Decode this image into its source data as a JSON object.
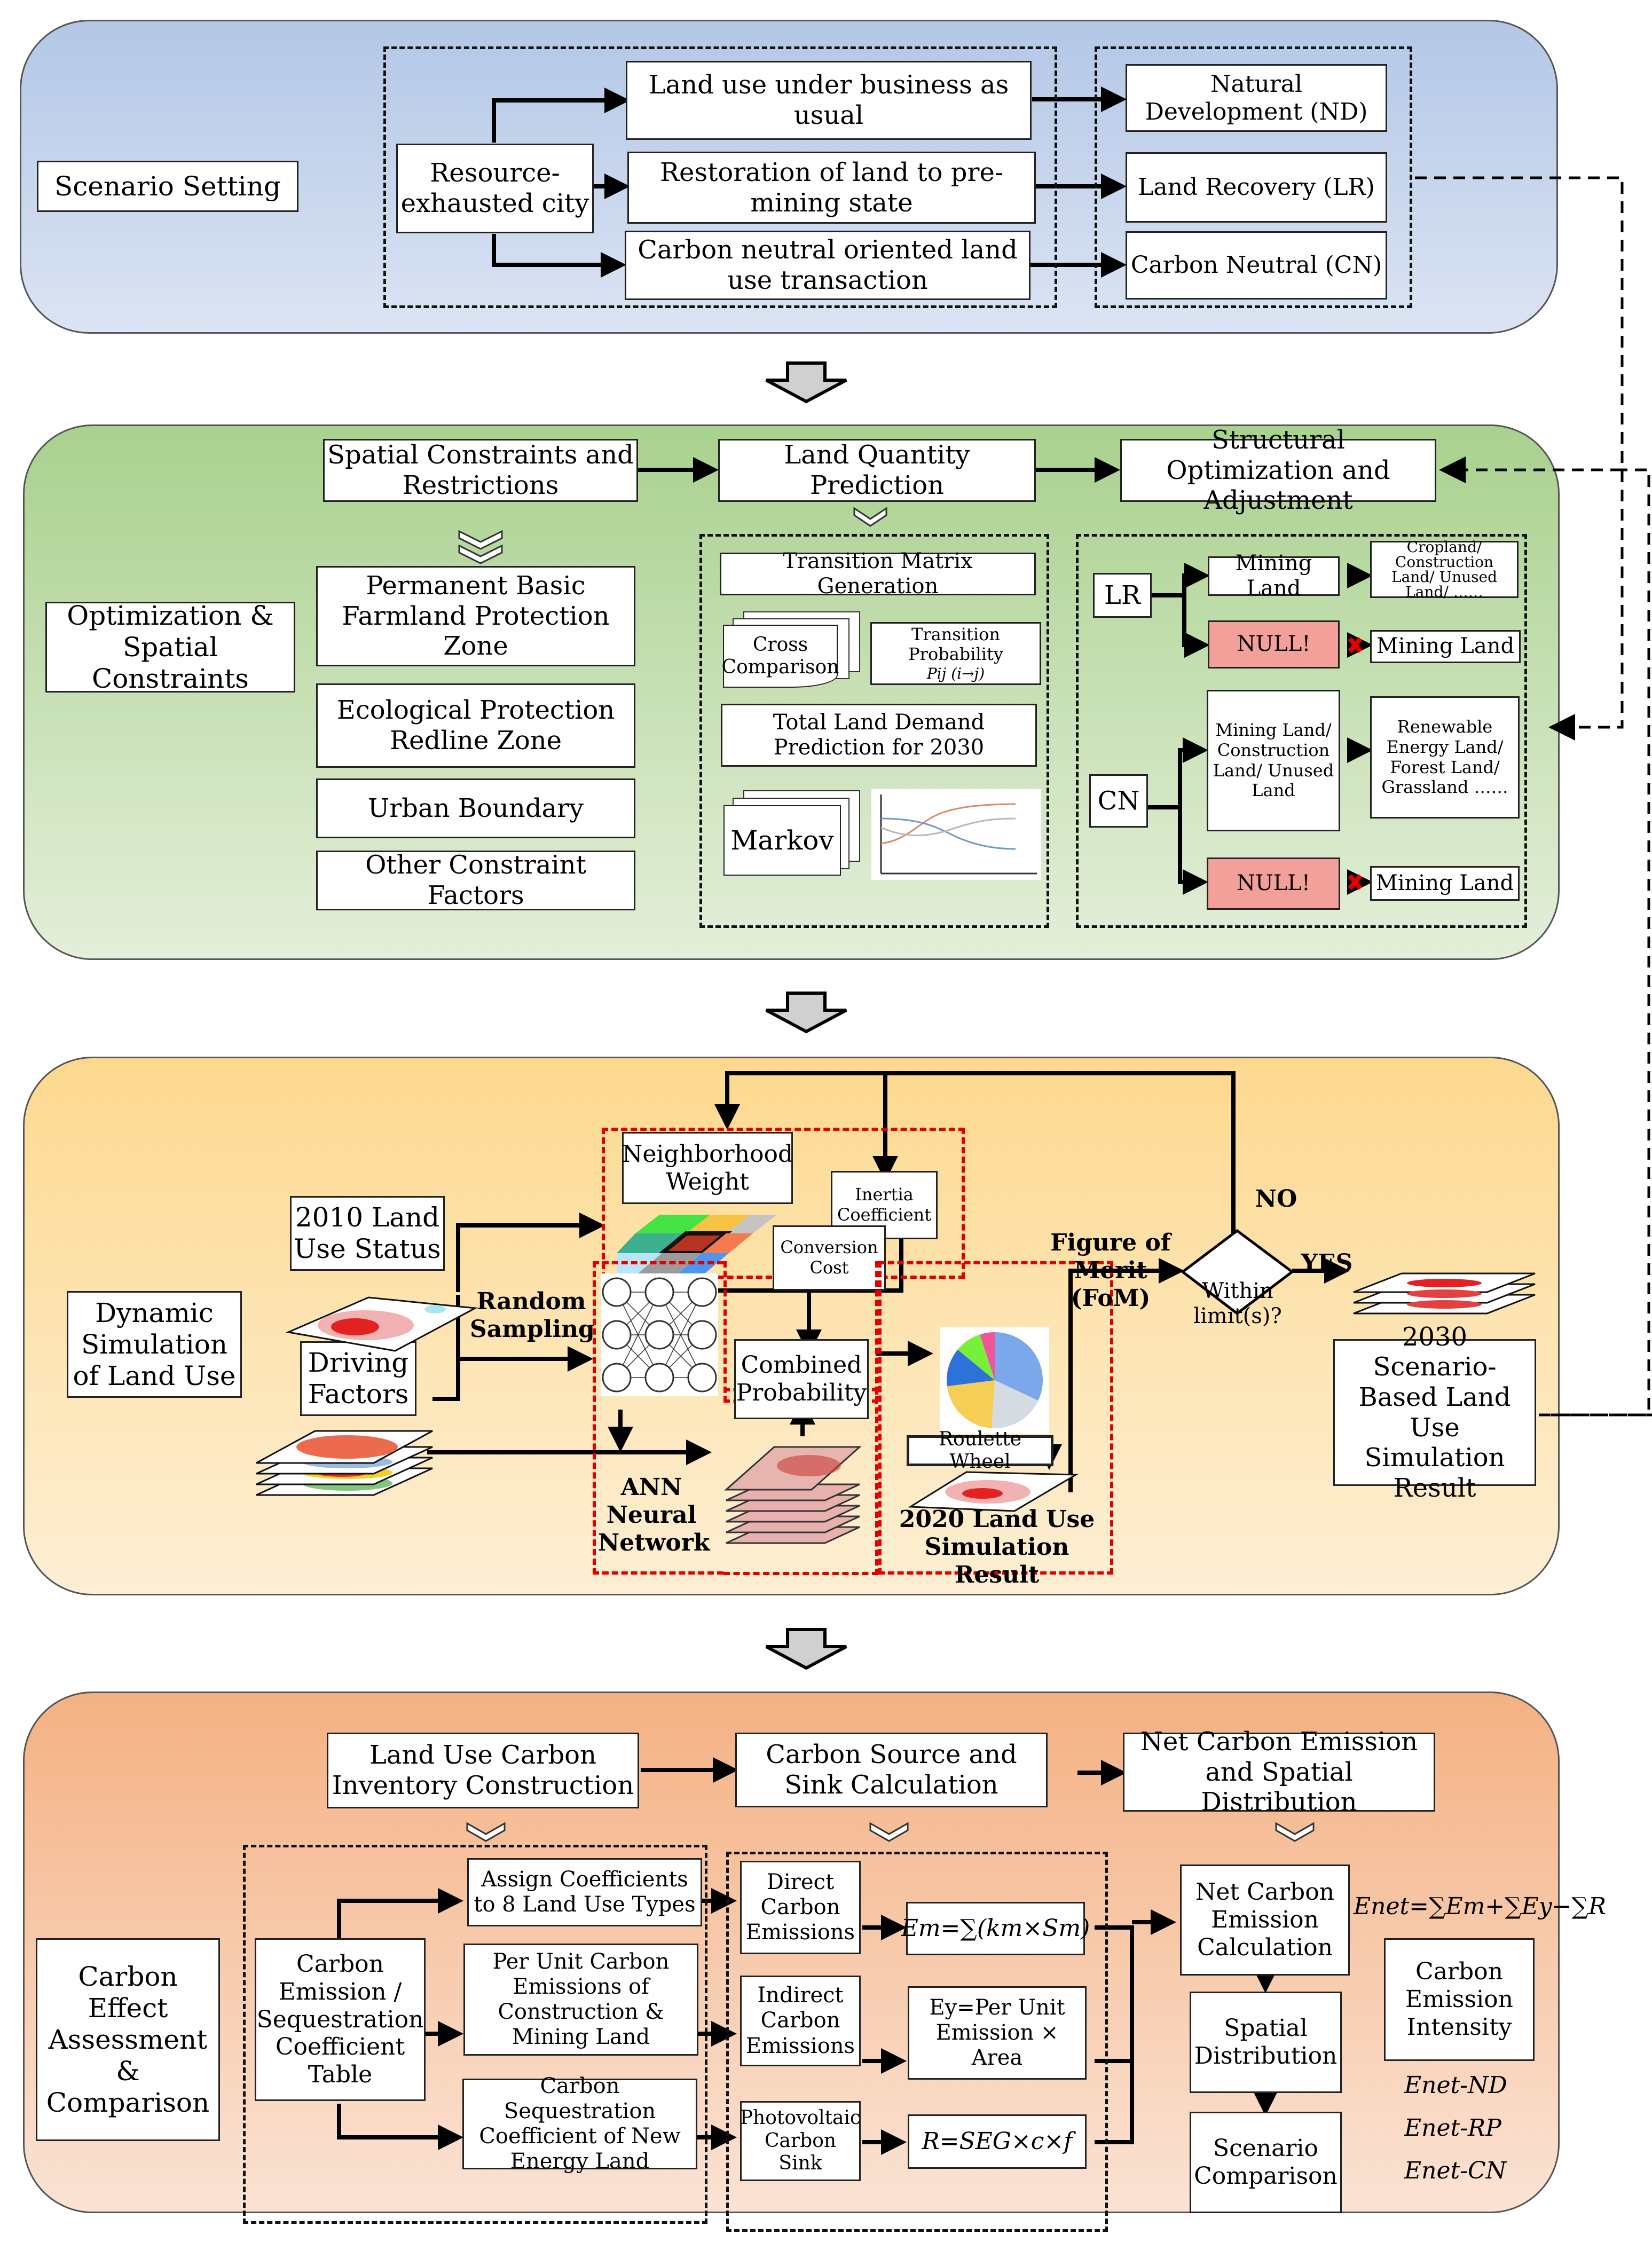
{
  "panel1": {
    "title": "Scenario Setting",
    "source": "Resource-exhausted city",
    "scenarios": [
      "Land use under business as usual",
      "Restoration of land to pre-mining state",
      "Carbon neutral oriented land use transaction"
    ],
    "outcomes": [
      "Natural Development (ND)",
      "Land Recovery (LR)",
      "Carbon Neutral (CN)"
    ]
  },
  "panel2": {
    "title": "Optimization & Spatial Constraints",
    "header_steps": [
      "Spatial Constraints and Restrictions",
      "Land Quantity Prediction",
      "Structural Optimization and Adjustment"
    ],
    "constraints": [
      "Permanent Basic Farmland Protection Zone",
      "Ecological Protection Redline Zone",
      "Urban Boundary",
      "Other Constraint Factors"
    ],
    "prediction": {
      "transition_matrix": "Transition Matrix Generation",
      "cross_comparison": "Cross Comparison",
      "transition_probability": "Transition Probability",
      "probability_formula": "Pij  (i→j)",
      "total_demand": "Total Land Demand Prediction for 2030",
      "markov": "Markov"
    },
    "optimization": {
      "lr_label": "LR",
      "cn_label": "CN",
      "lr_mining": "Mining Land",
      "lr_targets": "Cropland/ Construction Land/ Unused Land/ ……",
      "lr_null": "NULL!",
      "lr_null_target": "Mining Land",
      "cn_sources": "Mining Land/ Construction Land/ Unused Land",
      "cn_targets": "Renewable Energy Land/ Forest Land/ Grassland ……",
      "cn_null": "NULL!",
      "cn_null_target": "Mining Land"
    }
  },
  "panel3": {
    "title": "Dynamic Simulation of Land Use",
    "status_2010": "2010 Land Use Status",
    "driving_factors": "Driving Factors",
    "random_sampling": "Random Sampling",
    "neighborhood_weight": "Neighborhood Weight",
    "inertia_coefficient": "Inertia Coefficient",
    "conversion_cost": "Conversion Cost",
    "combined_probability": "Combined Probability",
    "ann": "ANN Neural Network",
    "roulette_wheel": "Roulette Wheel",
    "result_2020": "2020 Land Use Simulation Result",
    "fom": "Figure of Merit (FoM)",
    "decision": "Within limit(s)?",
    "no": "NO",
    "yes": "YES",
    "result_2030": "2030 Scenario-Based Land Use Simulation Result"
  },
  "panel4": {
    "title": "Carbon Effect Assessment & Comparison",
    "header_steps": [
      "Land Use Carbon Inventory Construction",
      "Carbon Source and Sink Calculation",
      "Net Carbon Emission and Spatial Distribution"
    ],
    "coefficient_table": "Carbon Emission / Sequestration Coefficient Table",
    "coefficient_items": [
      "Assign Coefficients to 8 Land Use Types",
      "Per Unit Carbon Emissions of Construction & Mining Land",
      "Carbon Sequestration Coefficient of New Energy Land"
    ],
    "emission_types": [
      "Direct Carbon Emissions",
      "Indirect Carbon Emissions",
      "Photovoltaic Carbon Sink"
    ],
    "formulas": [
      "Em=∑(km×Sm)",
      "Ey=Per Unit Emission × Area",
      "R=SEG×c×f"
    ],
    "net_calc": "Net Carbon Emission Calculation",
    "net_formula": "Enet=∑Em+∑Ey−∑R",
    "spatial_distribution": "Spatial Distribution",
    "scenario_comparison": "Scenario Comparison",
    "intensity": "Carbon Emission Intensity",
    "scenario_results": [
      "Enet-ND",
      "Enet-RP",
      "Enet-CN"
    ]
  },
  "colors": {
    "panel1": "#b3c7e6",
    "panel2": "#a9d18e",
    "panel3": "#fdd98f",
    "panel4": "#f4b183",
    "null_box": "#f4a09a",
    "red_dash": "#e00000"
  }
}
